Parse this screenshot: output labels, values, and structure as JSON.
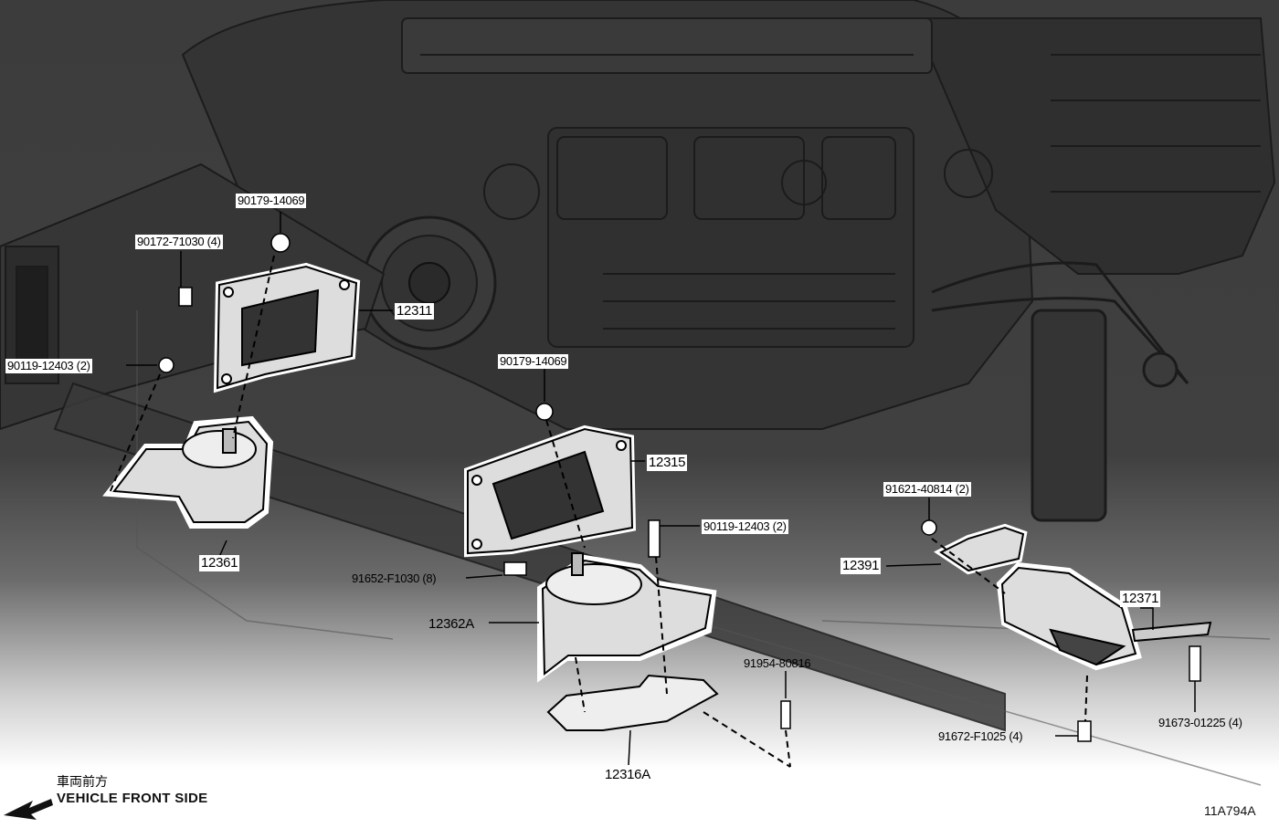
{
  "labels": {
    "p90179_top": "90179-14069",
    "p90172": "90172-71030 (4)",
    "p12311": "12311",
    "p90119_left": "90119-12403 (2)",
    "p12361": "12361",
    "p90179_mid": "90179-14069",
    "p12315": "12315",
    "p90119_mid": "90119-12403 (2)",
    "p91652": "91652-F1030 (8)",
    "p12362A": "12362A",
    "p12316A": "12316A",
    "p91621": "91621-40814 (2)",
    "p12391": "12391",
    "p12371": "12371",
    "p91954": "91954-80816",
    "p91672": "91672-F1025 (4)",
    "p91673": "91673-01225 (4)"
  },
  "front": {
    "jp": "車両前方",
    "en": "VEHICLE FRONT SIDE"
  },
  "ref": "11A794A",
  "colors": {
    "background": "#404040",
    "outline": "#ffffff",
    "line": "#000000"
  }
}
